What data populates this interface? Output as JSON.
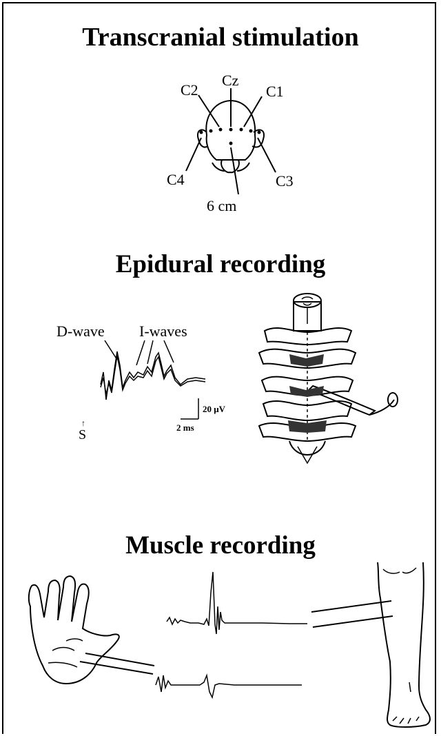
{
  "sections": {
    "transcranial": {
      "title": "Transcranial stimulation",
      "electrodes": [
        "Cz",
        "C2",
        "C1",
        "C4",
        "C3"
      ],
      "distance_label": "6 cm"
    },
    "epidural": {
      "title": "Epidural recording",
      "d_wave_label": "D-wave",
      "i_waves_label": "I-waves",
      "amplitude_scale": "20 μV",
      "time_scale": "2 ms",
      "stimulus_arrow": "↑",
      "stimulus_label": "S"
    },
    "muscle": {
      "title": "Muscle recording"
    }
  }
}
